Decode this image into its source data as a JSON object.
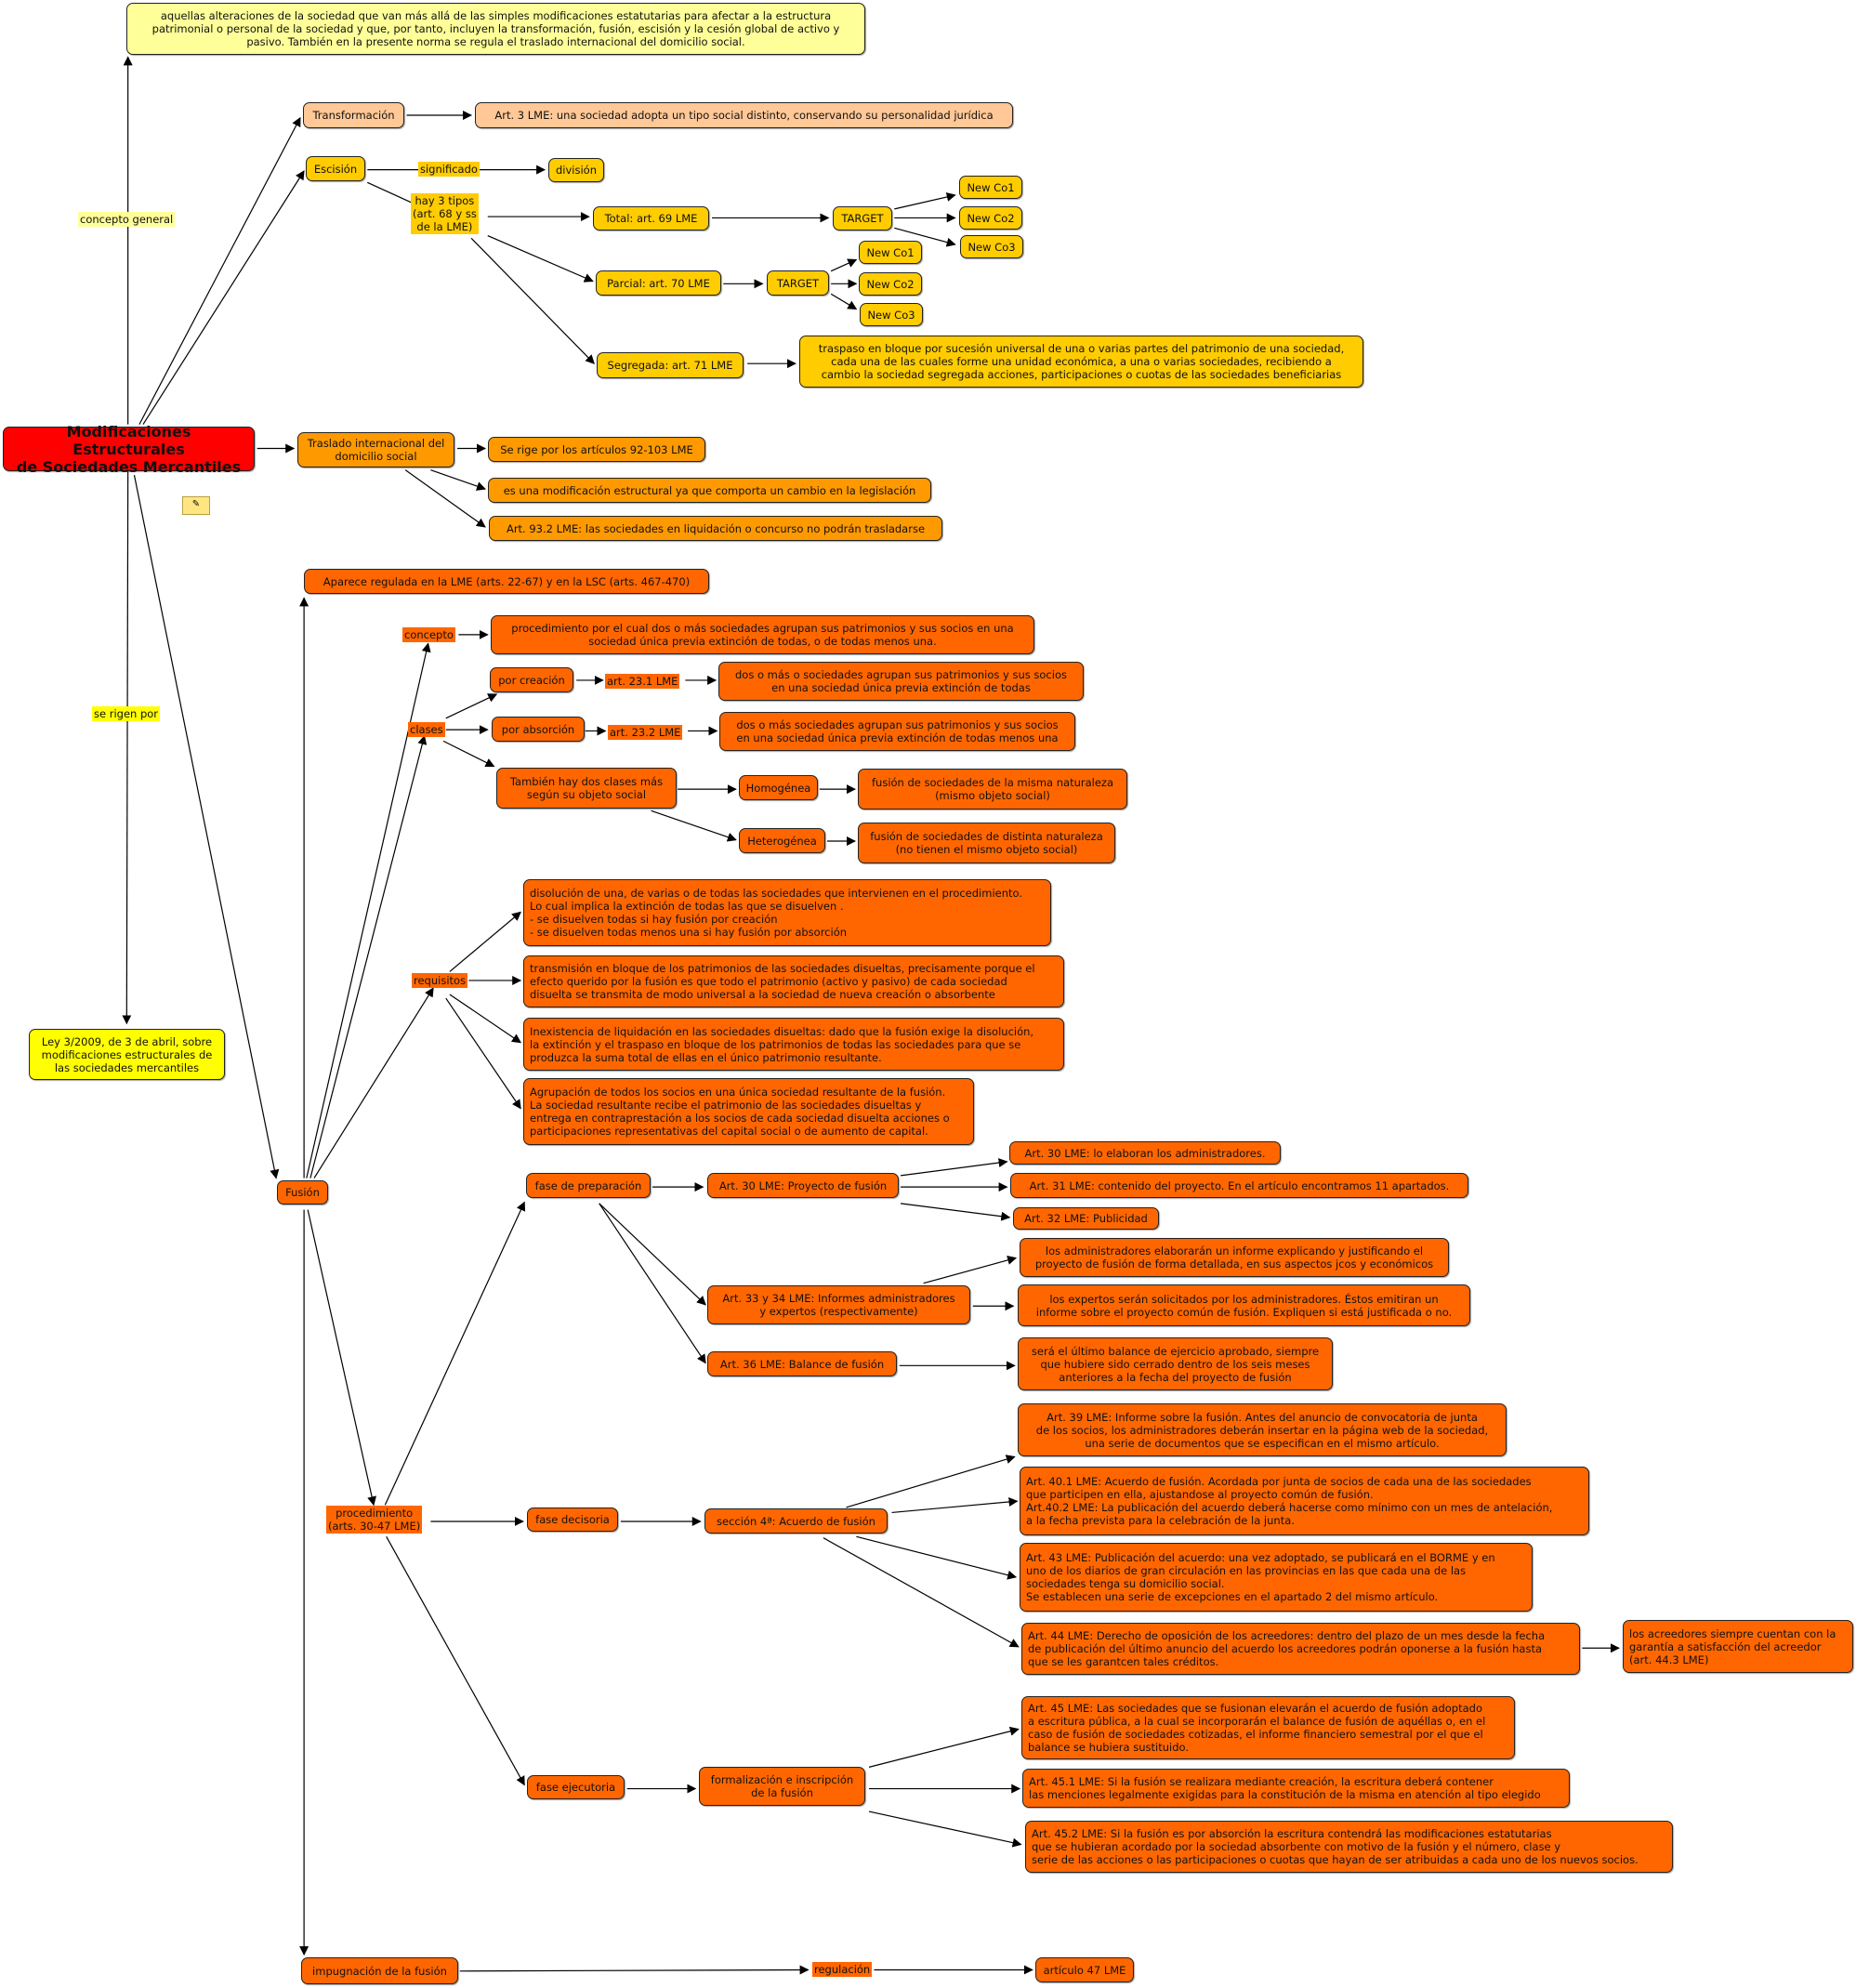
{
  "root": "Modificaciones Estructurales\nde Sociedades Mercantiles",
  "definition": "aquellas alteraciones de la sociedad que van más allá de las simples modificaciones estatutarias para afectar a la estructura\npatrimonial o personal de la sociedad y que, por tanto, incluyen la transformación, fusión, escisión y la cesión global de activo y\npasivo. También en la presente norma se regula el traslado internacional del domicilio social.",
  "links": {
    "concepto_general": "concepto general",
    "se_rigen_por": "se rigen por",
    "significado": "significado",
    "hay3": "hay 3 tipos\n(art. 68 y ss\nde la LME)",
    "concepto": "concepto",
    "clases": "clases",
    "art231": "art. 23.1 LME",
    "art232": "art. 23.2 LME",
    "requisitos": "requisitos",
    "procedimiento": "procedimiento\n(arts. 30-47 LME)",
    "regulacion": "regulación"
  },
  "ley": "Ley 3/2009, de 3 de abril, sobre\nmodificaciones estructurales de\nlas sociedades mercantiles",
  "transformacion": {
    "label": "Transformación",
    "art": "Art. 3 LME: una sociedad adopta un tipo social distinto, conservando su personalidad jurídica"
  },
  "escision": {
    "label": "Escisión",
    "division": "división",
    "total": "Total: art. 69 LME",
    "parcial": "Parcial: art. 70 LME",
    "segregada": "Segregada: art. 71 LME",
    "target": "TARGET",
    "newco1": "New Co1",
    "newco2": "New Co2",
    "newco3": "New Co3",
    "traspaso": "traspaso en bloque por sucesión universal de una o varias partes del patrimonio de una sociedad,\ncada una de las cuales forme una unidad económica, a una o varias sociedades, recibiendo a\ncambio la sociedad segregada acciones, participaciones o cuotas de las sociedades beneficiarias"
  },
  "traslado": {
    "label": "Traslado internacional del\ndomicilio social",
    "rige": "Se rige por los artículos 92-103 LME",
    "es_una": "es una modificación estructural ya que comporta un cambio en la legislación",
    "art93": "Art. 93.2 LME: las sociedades en liquidación o concurso no podrán trasladarse"
  },
  "fusion": {
    "label": "Fusión",
    "aparece": "Aparece regulada en la LME (arts. 22-67) y en la LSC (arts. 467-470)",
    "concepto": "procedimiento por el cual dos o más sociedades agrupan sus patrimonios y sus socios en una\nsociedad única previa extinción de todas, o de todas menos una.",
    "por_creacion": "por creación",
    "por_absorcion": "por absorción",
    "creacion_def": "dos o más o sociedades agrupan sus patrimonios y sus socios\nen una sociedad única previa extinción de todas",
    "absorcion_def": "dos o más sociedades agrupan sus patrimonios y sus socios\nen una sociedad única previa extinción de todas menos una",
    "tambien": "También hay dos clases más\nsegún su objeto social",
    "homogenea": "Homogénea",
    "heterogenea": "Heterogénea",
    "homogenea_def": "fusión de sociedades de la misma naturaleza\n(mismo objeto social)",
    "heterogenea_def": "fusión de sociedades de distinta naturaleza\n(no tienen el mismo objeto social)",
    "req1": "disolución de una, de varias o de todas las sociedades que intervienen en el procedimiento.\nLo cual implica la extinción de todas las que se disuelven .\n- se disuelven todas si hay fusión por creación\n- se disuelven todas menos una si hay fusión por absorción",
    "req2": "transmisión en bloque de los patrimonios de las sociedades disueltas, precisamente porque el\nefecto querido por la fusión es que todo el patrimonio (activo y pasivo) de cada sociedad\ndisuelta se transmita de modo universal a la sociedad de nueva creación o absorbente",
    "req3": "Inexistencia de liquidación en las sociedades disueltas: dado que la fusión exige la disolución,\nla extinción y el traspaso en bloque de los patrimonios de todas las sociedades para que se\nproduzca la suma total de ellas en el único patrimonio resultante.",
    "req4": "Agrupación de todos los socios en una única sociedad resultante de la fusión.\nLa sociedad resultante recibe el patrimonio de las sociedades disueltas y\nentrega en contraprestación a los socios de cada sociedad disuelta acciones o\nparticipaciones representativas del capital social o de aumento de capital.",
    "fase_prep": "fase de preparación",
    "art30": "Art. 30 LME: Proyecto de fusión",
    "art30b": "Art. 30 LME: lo elaboran los administradores.",
    "art31": "Art. 31 LME: contenido del proyecto. En el artículo encontramos 11 apartados.",
    "art32": "Art. 32 LME: Publicidad",
    "art33": "Art. 33 y 34 LME: Informes administradores\ny expertos (respectivamente)",
    "inf_adm": "los administradores elaborarán un informe explicando y justificando el\nproyecto de fusión de forma detallada, en sus aspectos jcos y económicos",
    "inf_exp": "los expertos serán solicitados por los administradores. Éstos emitiran un\ninforme sobre el proyecto común de fusión. Expliquen si está justificada o no.",
    "art36": "Art. 36 LME: Balance de fusión",
    "balance": "será el último balance de ejercicio aprobado, siempre\nque hubiere sido cerrado dentro de los seis meses\nanteriores a la fecha del proyecto de fusión",
    "fase_dec": "fase decisoria",
    "seccion4": "sección 4ª: Acuerdo de fusión",
    "art39": "Art. 39 LME: Informe sobre la fusión. Antes del anuncio de convocatoria de junta\nde los socios, los administradores deberán insertar en la página web de la sociedad,\nuna serie de documentos que se especifican en el mismo artículo.",
    "art40": "Art. 40.1 LME: Acuerdo de fusión. Acordada por junta de socios de cada una de las sociedades\nque participen en ella, ajustandose al proyecto común de fusión.\nArt.40.2 LME: La publicación del acuerdo deberá hacerse como mínimo con un mes de antelación,\na la fecha prevista para la celebración de la junta.",
    "art43": "Art. 43 LME: Publicación del acuerdo: una vez adoptado, se publicará en el BORME y en\nuno de los diarios de gran circulación en las provincias en las que cada una de las\nsociedades tenga su domicilio social.\nSe establecen una serie de excepciones en el apartado 2 del mismo artículo.",
    "art44": "Art. 44 LME: Derecho de oposición de los acreedores: dentro del plazo de un mes desde la fecha\nde publicación del último anuncio del acuerdo los acreedores podrán oponerse a la fusión hasta\nque se les garantcen tales créditos.",
    "acreedores": "los acreedores siempre cuentan con la\ngarantía a satisfacción del acreedor\n(art. 44.3 LME)",
    "fase_ej": "fase ejecutoria",
    "formalizacion": "formalización e inscripción\nde la fusión",
    "art45": "Art. 45 LME: Las sociedades que se fusionan elevarán el acuerdo de fusión adoptado\na escritura pública, a la cual se incorporarán el balance de fusión de aquéllas o, en el\ncaso de fusión de sociedades cotizadas, el informe financiero semestral por el que el\nbalance se hubiera sustituido.",
    "art451": "Art. 45.1 LME: Si la fusión se realizara mediante creación, la escritura deberá contener\nlas menciones legalmente exigidas para la constitución de la misma en atención al tipo elegido",
    "art452": "Art. 45.2 LME: Si la fusión es por absorción la escritura contendrá las modificaciones estatutarias\nque se hubieran acordado por la sociedad absorbente con motivo de la fusión y el número, clase y\nserie de las acciones o las participaciones o cuotas que hayan de ser atribuidas a cada uno de los nuevos socios.",
    "impugnacion": "impugnación de la fusión",
    "art47": "artículo 47 LME"
  }
}
